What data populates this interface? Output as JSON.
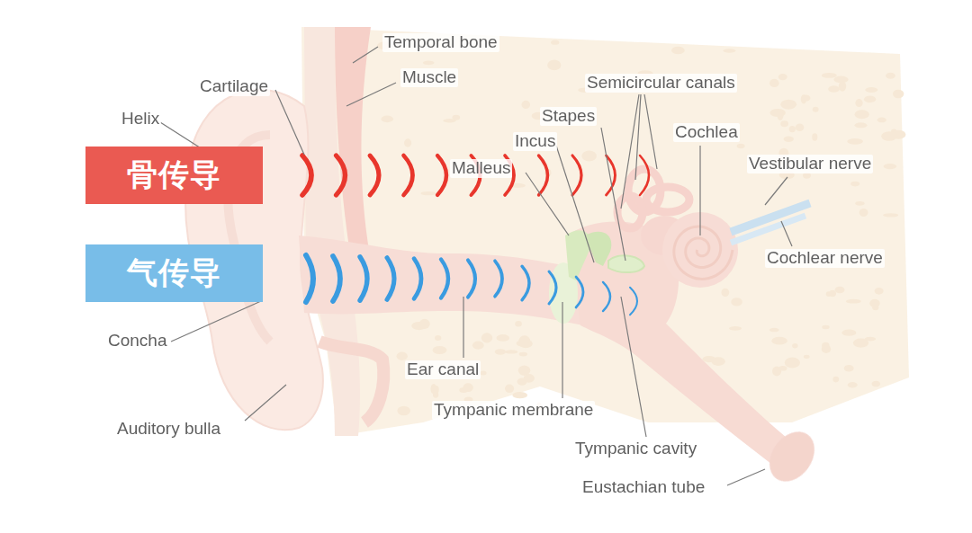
{
  "diagram": {
    "nodes": [
      {
        "text": [
          "骨传导"
        ]
      },
      {
        "text": [
          "气传导"
        ]
      }
    ],
    "labels": [
      "Temporal bone",
      "Muscle",
      "Cartilage",
      "Helix",
      "Semicircular canals",
      "Stapes",
      "Incus",
      "Cochlea",
      "Malleus",
      "Vestibular nerve",
      "Cochlear nerve",
      "Concha",
      "Ear canal",
      "Tympanic membrane",
      "Tympanic cavity",
      "Auditory bulla",
      "Eustachian tube"
    ]
  }
}
